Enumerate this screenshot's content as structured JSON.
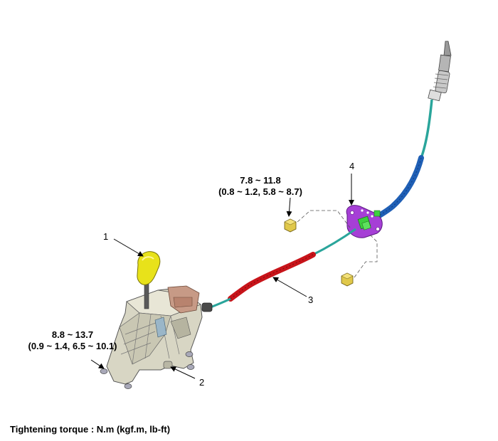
{
  "callouts": {
    "shift_lever_number": "1",
    "mount_bolt_number": "2",
    "shift_cable_number": "3",
    "cable_bracket_number": "4"
  },
  "torque_specs": {
    "bracket_nut": {
      "nm": "7.8 ~ 11.8",
      "alt": "(0.8 ~ 1.2, 5.8 ~ 8.7)"
    },
    "lever_bolt": {
      "nm": "8.8 ~ 13.7",
      "alt": "(0.9 ~ 1.4, 6.5 ~ 10.1)"
    }
  },
  "footer": {
    "units_note": "Tightening torque : N.m (kgf.m, lb-ft)"
  },
  "colors": {
    "knob": "#e8e21a",
    "cable_red": "#c8141a",
    "cable_blue": "#1f5fb5",
    "cable_teal": "#2aa59b",
    "bracket_purple": "#a63fd6",
    "bracket_green": "#3ecf3e",
    "housing": "#d8d6c4",
    "nut": "#e0c84a"
  }
}
